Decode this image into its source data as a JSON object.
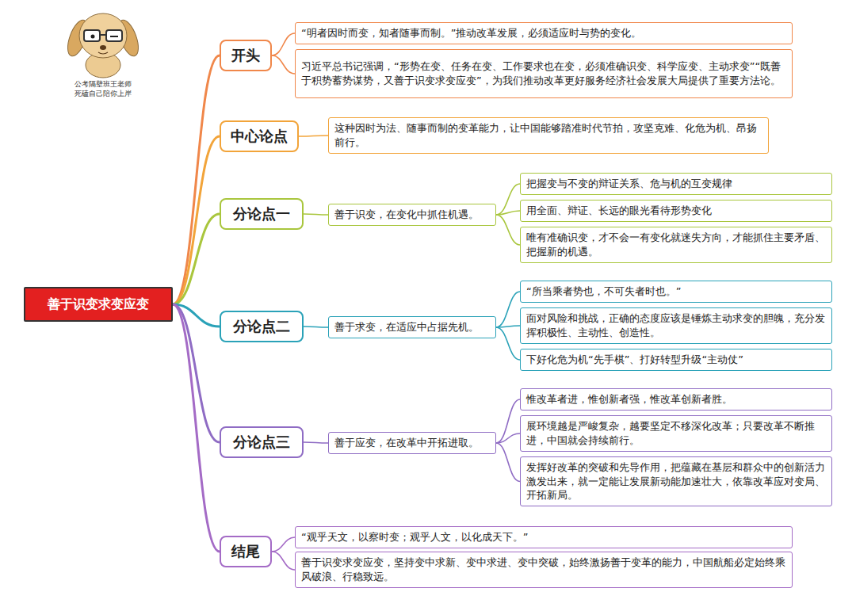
{
  "diagram": {
    "nodes": [
      {
        "text": [
          "善于识变求变应变"
        ]
      },
      {
        "text": [
          "开头"
        ]
      },
      {
        "text": [
          "“明者因时而变，知者随事而制。”推动改革发展，必须适应时与势的变化。"
        ]
      },
      {
        "text": [
          "习近平总书记强调，“形势在变、任务在变、工作要求也在变，必须准确识变、科学应变、主动求变”“既善于积势蓄势谋势，又善于识变求变应变”，为我们推动改革更好服务经济社会发展大局提供了重要方法论。"
        ]
      },
      {
        "text": [
          "中心论点"
        ]
      },
      {
        "text": [
          "这种因时为法、随事而制的变革能力，让中国能够踏准时代节拍，攻坚克难、化危为机、昂扬前行。"
        ]
      },
      {
        "text": [
          "分论点一"
        ]
      },
      {
        "text": [
          "善于识变，在变化中抓住机遇。"
        ]
      },
      {
        "text": [
          "把握变与不变的辩证关系、危与机的互变规律"
        ]
      },
      {
        "text": [
          "用全面、辩证、长远的眼光看待形势变化"
        ]
      },
      {
        "text": [
          "唯有准确识变，才不会一有变化就迷失方向，才能抓住主要矛盾、把握新的机遇。"
        ]
      },
      {
        "text": [
          "分论点二"
        ]
      },
      {
        "text": [
          "善于求变，在适应中占据先机。"
        ]
      },
      {
        "text": [
          "“所当乘者势也，不可失者时也。”"
        ]
      },
      {
        "text": [
          "面对风险和挑战，正确的态度应该是锤炼主动求变的胆魄，充分发挥积极性、主动性、创造性。"
        ]
      },
      {
        "text": [
          "下好化危为机“先手棋”、打好转型升级“主动仗”"
        ]
      },
      {
        "text": [
          "分论点三"
        ]
      },
      {
        "text": [
          "善于应变，在改革中开拓进取。"
        ]
      },
      {
        "text": [
          "惟改革者进，惟创新者强，惟改革创新者胜。"
        ]
      },
      {
        "text": [
          "展环境越是严峻复杂，越要坚定不移深化改革；只要改革不断推进，中国就会持续前行。"
        ]
      },
      {
        "text": [
          "发挥好改革的突破和先导作用，把蕴藏在基层和群众中的创新活力激发出来，就一定能让发展新动能加速壮大，依靠改革应对变局、开拓新局。"
        ]
      },
      {
        "text": [
          "结尾"
        ]
      },
      {
        "text": [
          "“观乎天文，以察时变；观乎人文，以化成天下。”"
        ]
      },
      {
        "text": [
          "善于识变求变应变，坚持变中求新、变中求进、变中突破，始终激扬善于变革的能力，中国航船必定始终乘风破浪、行稳致远。"
        ]
      }
    ],
    "edges": [
      {
        "from": 0,
        "to": 1,
        "arrow": "none"
      },
      {
        "from": 0,
        "to": 4,
        "arrow": "none"
      },
      {
        "from": 0,
        "to": 6,
        "arrow": "none"
      },
      {
        "from": 0,
        "to": 11,
        "arrow": "none"
      },
      {
        "from": 0,
        "to": 16,
        "arrow": "none"
      },
      {
        "from": 0,
        "to": 21,
        "arrow": "none"
      },
      {
        "from": 1,
        "to": 2,
        "arrow": "none"
      },
      {
        "from": 1,
        "to": 3,
        "arrow": "none"
      },
      {
        "from": 4,
        "to": 5,
        "arrow": "none"
      },
      {
        "from": 6,
        "to": 7,
        "arrow": "none"
      },
      {
        "from": 7,
        "to": 8,
        "arrow": "none"
      },
      {
        "from": 7,
        "to": 9,
        "arrow": "none"
      },
      {
        "from": 7,
        "to": 10,
        "arrow": "none"
      },
      {
        "from": 11,
        "to": 12,
        "arrow": "none"
      },
      {
        "from": 12,
        "to": 13,
        "arrow": "none"
      },
      {
        "from": 12,
        "to": 14,
        "arrow": "none"
      },
      {
        "from": 12,
        "to": 15,
        "arrow": "none"
      },
      {
        "from": 16,
        "to": 17,
        "arrow": "none"
      },
      {
        "from": 17,
        "to": 18,
        "arrow": "none"
      },
      {
        "from": 17,
        "to": 19,
        "arrow": "none"
      },
      {
        "from": 17,
        "to": 20,
        "arrow": "none"
      },
      {
        "from": 21,
        "to": 22,
        "arrow": "none"
      },
      {
        "from": 21,
        "to": 23,
        "arrow": "none"
      }
    ],
    "labels": [
      "公考隔壁班王老师",
      "死磕自己陪你上岸"
    ]
  }
}
